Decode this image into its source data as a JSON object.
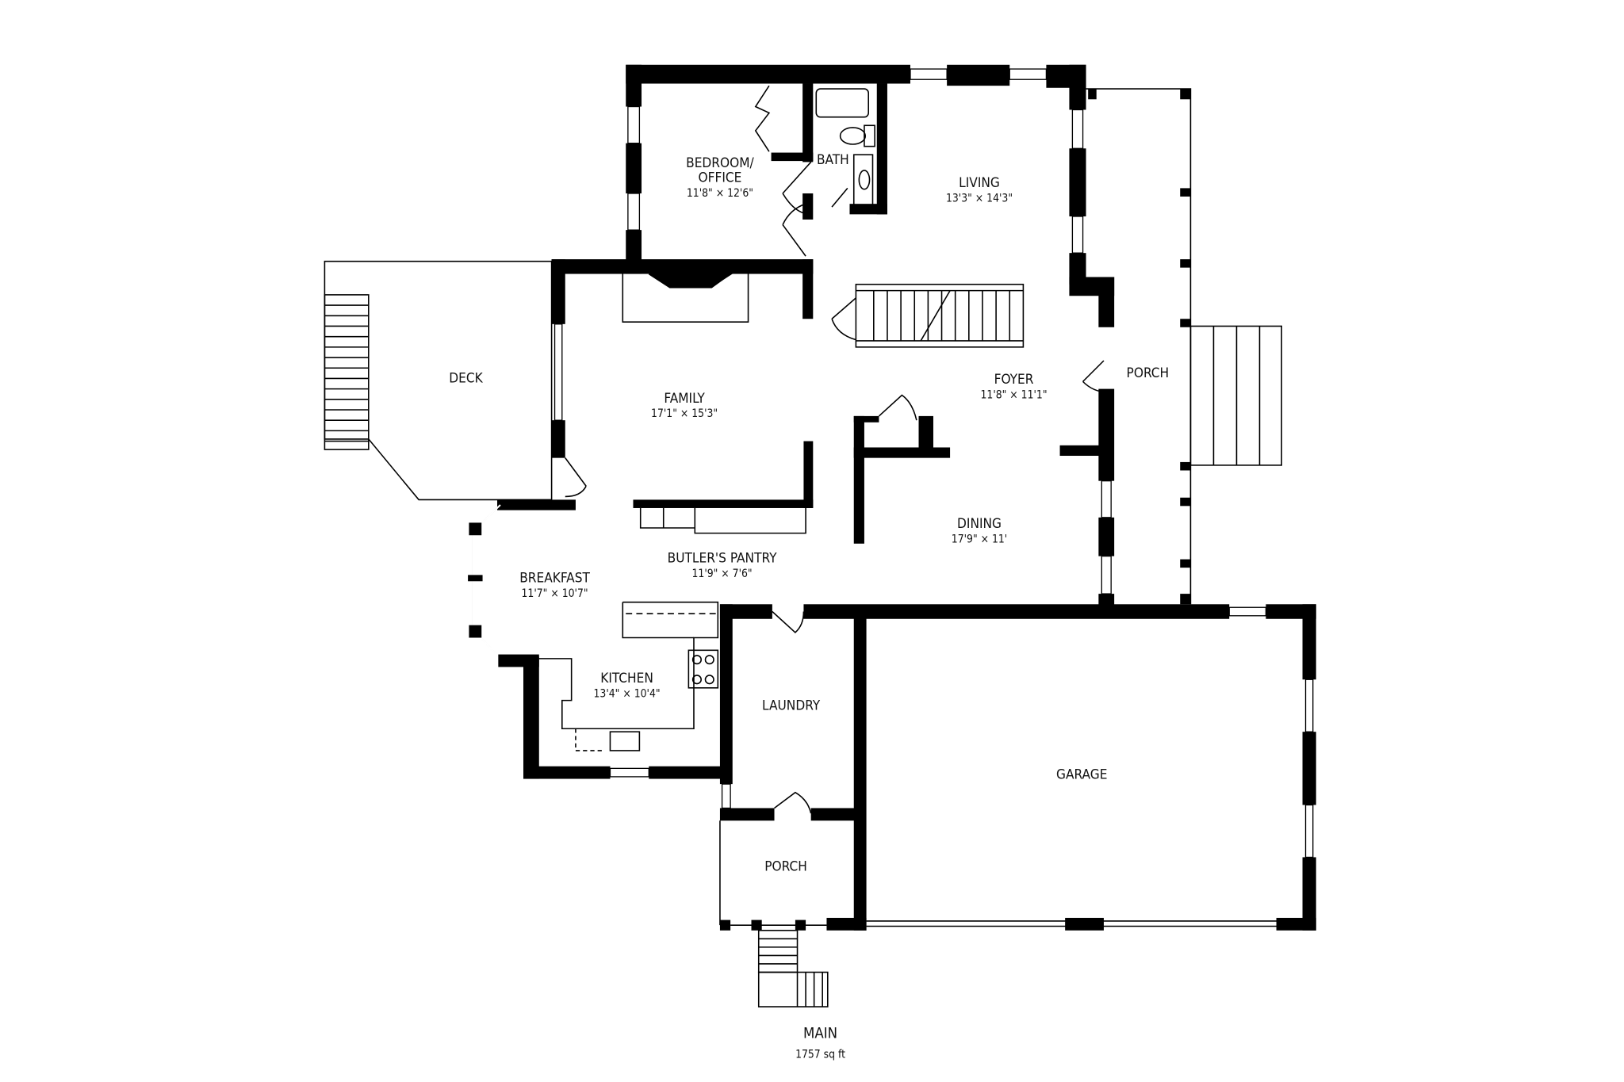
{
  "floor": {
    "name": "MAIN",
    "area": "1757 sq ft"
  },
  "rooms": [
    {
      "id": "bedroom",
      "name_line1": "BEDROOM/",
      "name_line2": "OFFICE",
      "dims": "11'8\" × 12'6\""
    },
    {
      "id": "bath",
      "name": "BATH"
    },
    {
      "id": "living",
      "name": "LIVING",
      "dims": "13'3\" × 14'3\""
    },
    {
      "id": "deck",
      "name": "DECK"
    },
    {
      "id": "family",
      "name": "FAMILY",
      "dims": "17'1\" × 15'3\""
    },
    {
      "id": "foyer",
      "name": "FOYER",
      "dims": "11'8\" × 11'1\""
    },
    {
      "id": "porch-front",
      "name": "PORCH"
    },
    {
      "id": "dining",
      "name": "DINING",
      "dims": "17'9\" × 11'"
    },
    {
      "id": "butlers-pantry",
      "name": "BUTLER'S PANTRY",
      "dims": "11'9\" × 7'6\""
    },
    {
      "id": "breakfast",
      "name": "BREAKFAST",
      "dims": "11'7\" × 10'7\""
    },
    {
      "id": "kitchen",
      "name": "KITCHEN",
      "dims": "13'4\" × 10'4\""
    },
    {
      "id": "laundry",
      "name": "LAUNDRY"
    },
    {
      "id": "garage",
      "name": "GARAGE"
    },
    {
      "id": "porch-rear",
      "name": "PORCH"
    }
  ]
}
